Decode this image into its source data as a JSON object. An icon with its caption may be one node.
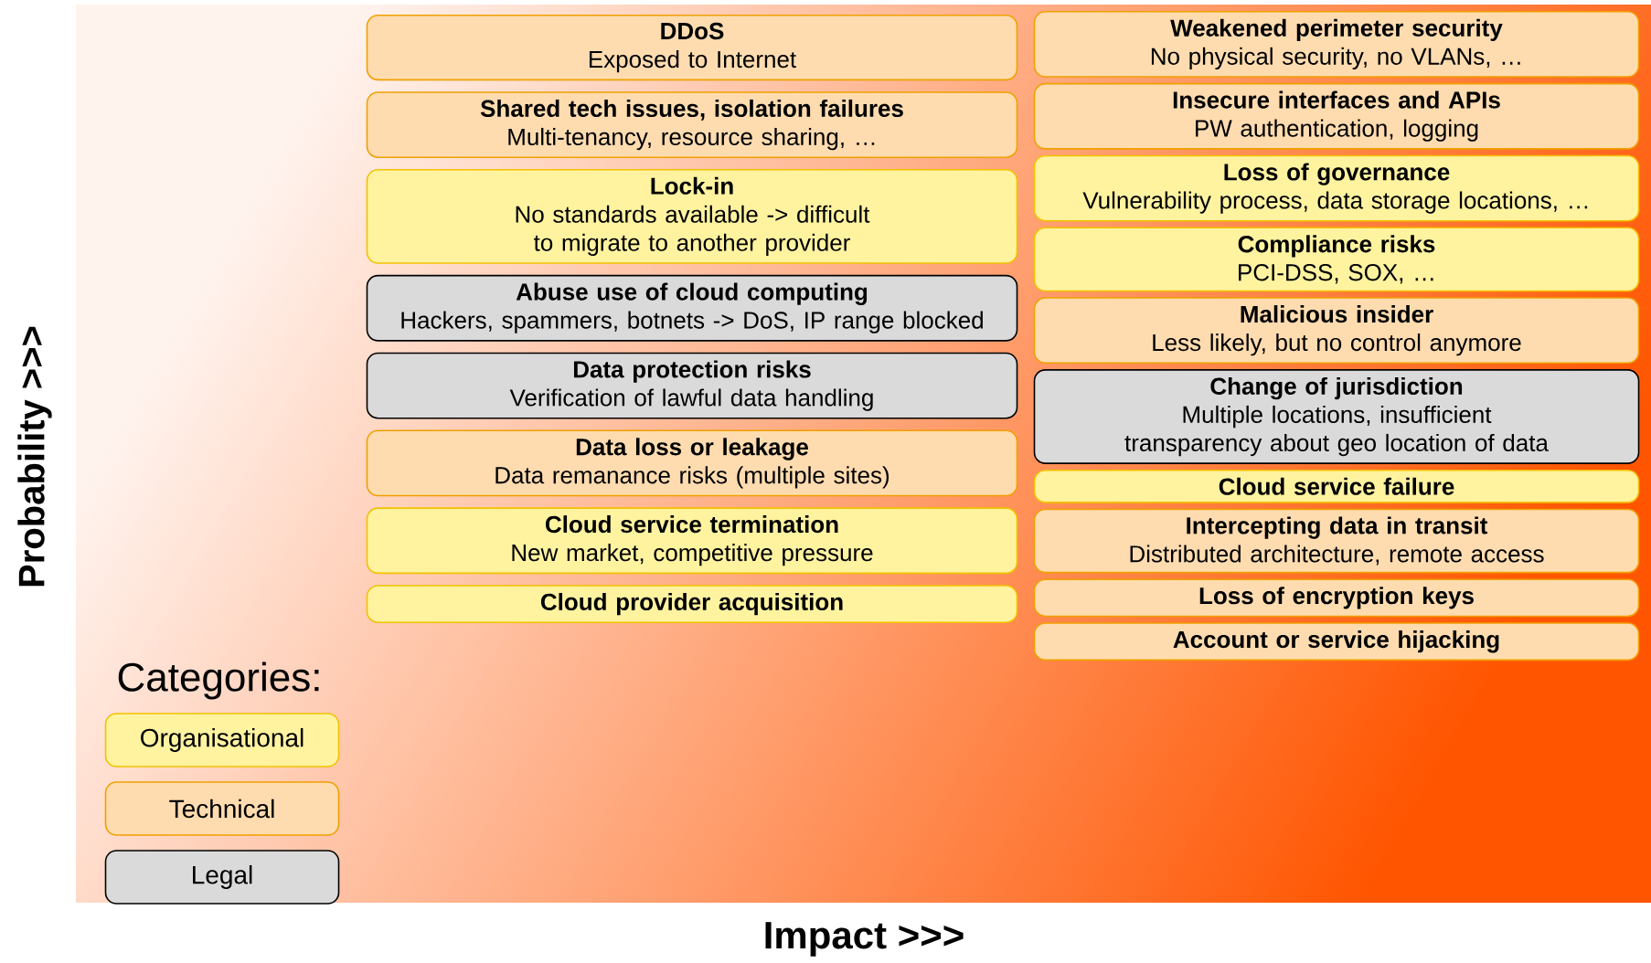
{
  "diagram": {
    "nodes": [
      {
        "text": [
          "DDoS",
          "Exposed to Internet"
        ]
      },
      {
        "text": [
          "Weakened perimeter security",
          "No physical security, no VLANs,  …"
        ]
      },
      {
        "text": [
          "Shared tech issues, isolation failures",
          "Multi-tenancy, resource sharing, …"
        ]
      },
      {
        "text": [
          "Insecure interfaces and APIs",
          "PW authentication, logging"
        ]
      },
      {
        "text": [
          "Lock-in",
          "No standards available -> difficult to migrate to another provider"
        ]
      },
      {
        "text": [
          "Loss of governance",
          "Vulnerability process, data storage locations, …"
        ]
      },
      {
        "text": [
          "Compliance risks",
          "PCI-DSS, SOX, …"
        ]
      },
      {
        "text": [
          "Abuse use of cloud computing",
          "Hackers, spammers, botnets -> DoS, IP range blocked"
        ]
      },
      {
        "text": [
          "Malicious insider",
          "Less likely, but no control anymore"
        ]
      },
      {
        "text": [
          "Data protection risks",
          "Verification of lawful data handling"
        ]
      },
      {
        "text": [
          "Change of jurisdiction",
          "Multiple locations, insufficient transparency about geo location of data"
        ]
      },
      {
        "text": [
          "Data loss or leakage",
          "Data remanance risks (multiple sites)"
        ]
      },
      {
        "text": [
          "Cloud service failure"
        ]
      },
      {
        "text": [
          "Cloud service termination",
          "New market, competitive pressure"
        ]
      },
      {
        "text": [
          "Intercepting data in transit",
          "Distributed architecture, remote access"
        ]
      },
      {
        "text": [
          "Cloud provider acquisition"
        ]
      },
      {
        "text": [
          "Loss of encryption keys"
        ]
      },
      {
        "text": [
          "Account or service hijacking"
        ]
      }
    ],
    "labels": [
      "Probability >>>",
      "Categories:",
      "Impact >>>"
    ],
    "legend": [
      {
        "text": "Organisational",
        "color": "#fff3a0"
      },
      {
        "text": "Technical",
        "color": "#ffdcb0"
      },
      {
        "text": "Legal",
        "color": "#dadada"
      }
    ]
  }
}
